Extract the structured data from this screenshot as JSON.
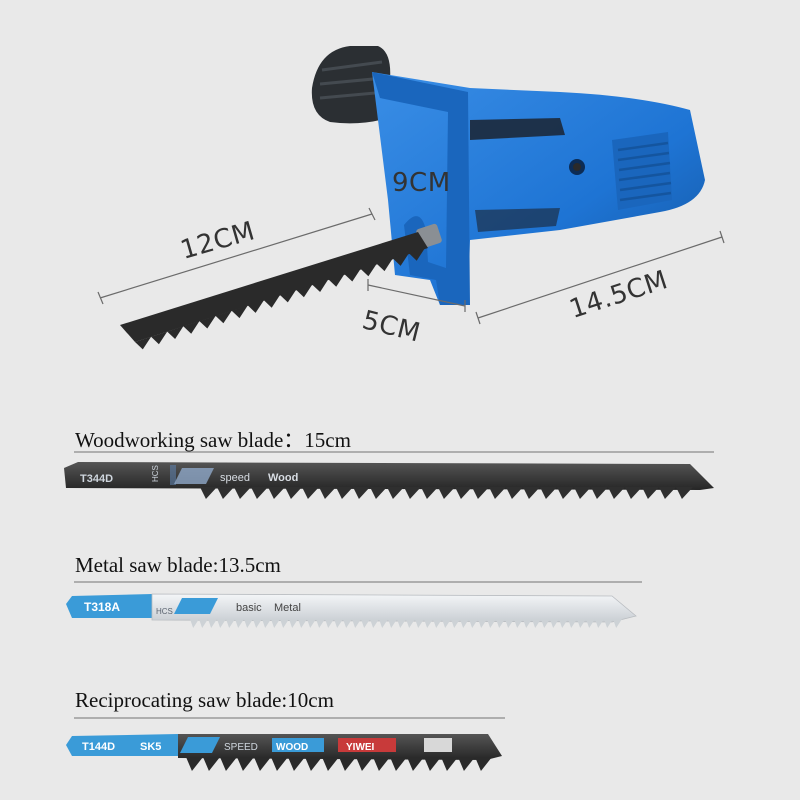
{
  "dimensions": {
    "blade_length": "12CM",
    "height": "9CM",
    "width": "5CM",
    "body_length": "14.5CM"
  },
  "blades": [
    {
      "caption": "Woodworking saw blade：15cm",
      "code": "T344D",
      "steel": "HCS",
      "print": "speed",
      "print_word": "Wood",
      "color": "#3b3b3b"
    },
    {
      "caption": "Metal saw blade:13.5cm",
      "code": "T318A",
      "steel": "HCS",
      "print": "basic",
      "print_word": "Metal",
      "color": "#e8ebee"
    },
    {
      "caption": "Reciprocating saw blade:10cm",
      "code": "T144D",
      "steel": "SK5",
      "print": "SPEED",
      "print_word": "WOOD",
      "brand": "YIWEI",
      "color": "#2a2a2a"
    }
  ],
  "colors": {
    "tool_body": "#1e74d4",
    "tool_body_dark": "#14559f",
    "handle": "#2b2f33",
    "blade_tag": "#3a9bd8",
    "background": "#e9e9e9",
    "brand_tag": "#c83a3a"
  }
}
